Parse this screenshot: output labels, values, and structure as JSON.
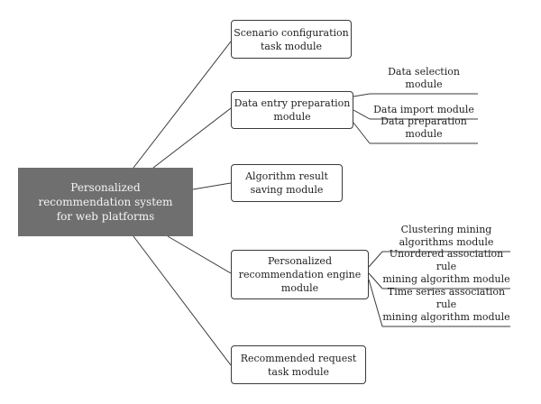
{
  "diagram": {
    "root": {
      "label": "Personalized\nrecommendation system\nfor web platforms"
    },
    "modules": [
      {
        "label": "Scenario configuration\ntask module",
        "children": []
      },
      {
        "label": "Data entry preparation\nmodule",
        "children": [
          "Data selection module",
          "Data import module",
          "Data preparation module"
        ]
      },
      {
        "label": "Algorithm result\nsaving module",
        "children": []
      },
      {
        "label": "Personalized\nrecommendation engine\nmodule",
        "children": [
          "Clustering mining\nalgorithms module",
          "Unordered association rule\nmining algorithm module",
          "Time series association rule\nmining algorithm module"
        ]
      },
      {
        "label": "Recommended request\ntask module",
        "children": []
      }
    ],
    "colors": {
      "root_fill": "#6f6f6f",
      "line": "#3a3a3a",
      "box_border": "#3a3a3a"
    }
  }
}
